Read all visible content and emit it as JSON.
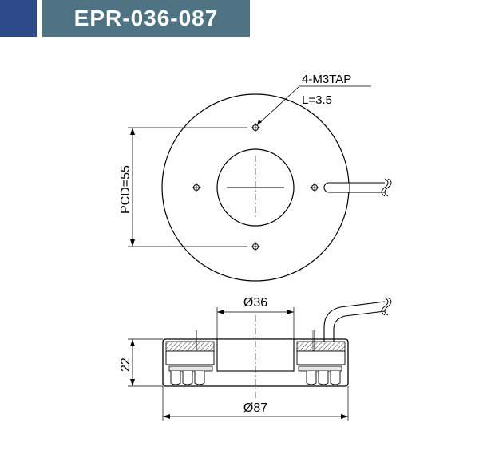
{
  "header": {
    "title": "EPR-036-087",
    "accent_color": "#2f4a8a",
    "title_bg_color": "#4f7383"
  },
  "top_view": {
    "tap_label": "4-M3TAP",
    "length_label": "L=3.5",
    "pcd_label": "PCD=55"
  },
  "side_view": {
    "inner_diameter_label": "Ø36",
    "outer_diameter_label": "Ø87",
    "height_label": "22"
  }
}
